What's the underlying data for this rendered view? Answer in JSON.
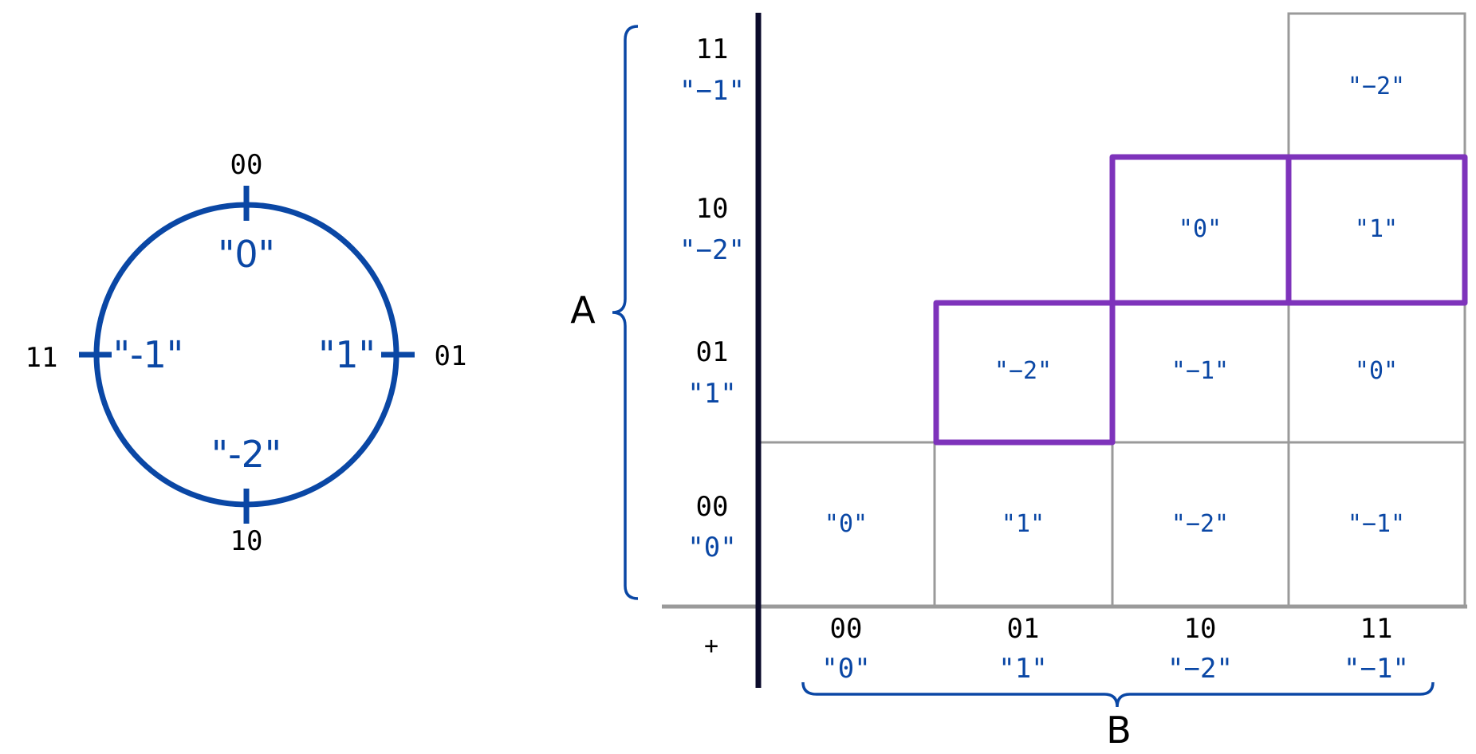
{
  "colors": {
    "blue": "#0a47a5",
    "purple": "#7e33bb",
    "grid": "#9a9a9a",
    "axis": "#0b0b2b",
    "text": "#000000"
  },
  "wheel": {
    "top": {
      "bits": "00",
      "value": "\"0\""
    },
    "right": {
      "bits": "01",
      "value": "\"1\""
    },
    "bottom": {
      "bits": "10",
      "value": "\"-2\""
    },
    "left": {
      "bits": "11",
      "value": "\"-1\""
    }
  },
  "table": {
    "operator": "+",
    "row_brace_label": "A",
    "col_brace_label": "B",
    "rows": [
      {
        "bits": "11",
        "value": "\"−1\"",
        "cells": [
          null,
          null,
          null,
          "\"−2\""
        ]
      },
      {
        "bits": "10",
        "value": "\"−2\"",
        "cells": [
          null,
          null,
          "\"0\"",
          "\"1\""
        ]
      },
      {
        "bits": "01",
        "value": "\"1\"",
        "cells": [
          null,
          "\"−2\"",
          "\"−1\"",
          "\"0\""
        ]
      },
      {
        "bits": "00",
        "value": "\"0\"",
        "cells": [
          "\"0\"",
          "\"1\"",
          "\"−2\"",
          "\"−1\""
        ]
      }
    ],
    "columns": [
      {
        "bits": "00",
        "value": "\"0\""
      },
      {
        "bits": "01",
        "value": "\"1\""
      },
      {
        "bits": "10",
        "value": "\"−2\""
      },
      {
        "bits": "11",
        "value": "\"−1\""
      }
    ],
    "overflow_cells_highlighted": [
      {
        "row": "10",
        "col": "10",
        "value": "\"0\""
      },
      {
        "row": "10",
        "col": "11",
        "value": "\"1\""
      },
      {
        "row": "01",
        "col": "01",
        "value": "\"−2\""
      }
    ]
  }
}
